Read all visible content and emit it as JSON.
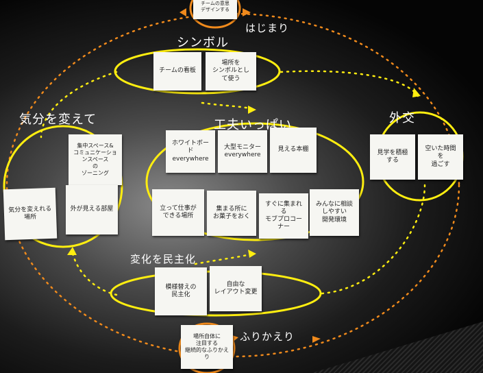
{
  "labels": {
    "start": "はじまり",
    "symbol": "シンボル",
    "mood": "気分を変えて",
    "ideas": "工夫いっぱい",
    "external": "外交",
    "democratize": "変化を民主化",
    "retrospect": "ふりかえり"
  },
  "notes": {
    "top": "チームの意思\nデザインする",
    "symbol_1": "チームの看板",
    "symbol_2": "場所を\nシンボルとして使う",
    "mood_1": "集中スペース&\nコミュニケーションスペース\nの\nゾーニング",
    "mood_2": "気分を変えれる\n場所",
    "mood_3": "外が見える部屋",
    "ideas_1": "ホワイトボード\neverywhere",
    "ideas_2": "大型モニター\neverywhere",
    "ideas_3": "見える本棚",
    "ideas_4": "立って仕事が\nできる場所",
    "ideas_5": "集まる所に\nお菓子をおく",
    "ideas_6": "すぐに集まれる\nモブプロコーナー",
    "ideas_7": "みんなに相談\nしやすい\n開発環境",
    "external_1": "見学を積極\nする",
    "external_2": "空いた時間\nを\n過ごす",
    "democratize_1": "模様替えの\n民主化",
    "democratize_2": "自由な\nレイアウト変更",
    "bottom": "場所自体に\n注目する\n継続的なふりかえり"
  },
  "colors": {
    "yellow": "#ffee10",
    "orange": "#f08a1c"
  }
}
